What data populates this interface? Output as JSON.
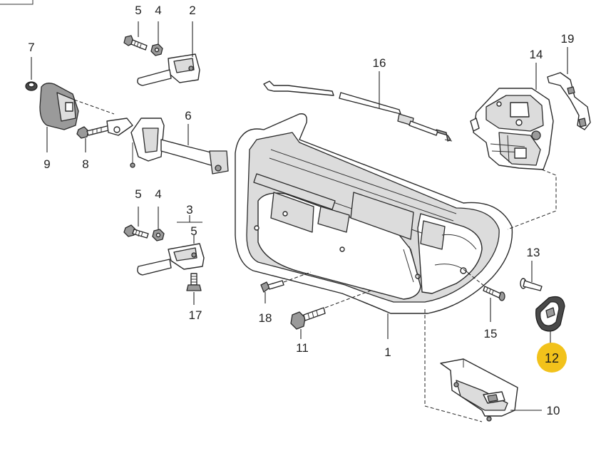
{
  "diagram": {
    "part_numbers": [
      "1",
      "2",
      "3",
      "4",
      "5",
      "6",
      "7",
      "8",
      "9",
      "10",
      "11",
      "12",
      "13",
      "14",
      "15",
      "16",
      "17",
      "18",
      "19"
    ],
    "highlighted_part": "12",
    "colors": {
      "highlight": "#f2c21b",
      "ink": "#2a2a2a",
      "background": "#ffffff"
    }
  },
  "labels": {
    "p1": "1",
    "p2": "2",
    "p3": "3",
    "p4a": "4",
    "p4b": "4",
    "p5a": "5",
    "p5b": "5",
    "p6": "6",
    "p7": "7",
    "p8": "8",
    "p9": "9",
    "p10": "10",
    "p11": "11",
    "p12": "12",
    "p13": "13",
    "p14": "14",
    "p15": "15",
    "p16": "16",
    "p17": "17",
    "p18": "18",
    "p19": "19"
  }
}
